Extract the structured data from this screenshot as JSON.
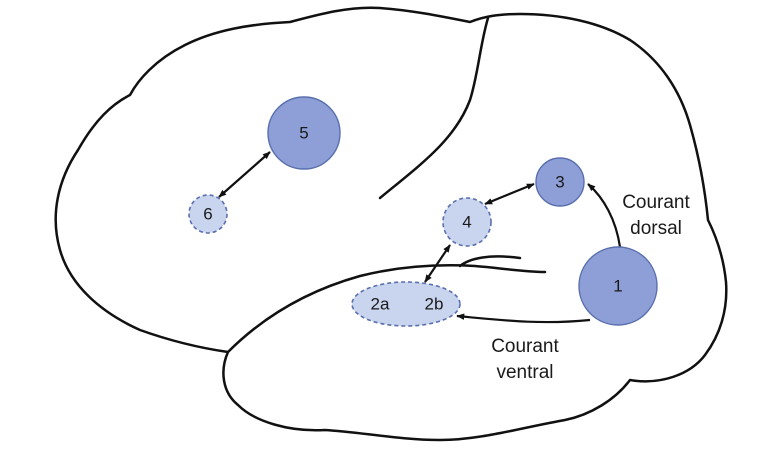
{
  "colors": {
    "solid_fill": "#8d9fd6",
    "dashed_fill": "#c9d4ef",
    "node_stroke": "#5a6fae",
    "outline": "#111111",
    "arrow": "#111111",
    "background": "#ffffff"
  },
  "nodes": [
    {
      "id": "1",
      "label": "1",
      "style": "solid"
    },
    {
      "id": "2a",
      "label": "2a",
      "style": "dashed"
    },
    {
      "id": "2b",
      "label": "2b",
      "style": "dashed"
    },
    {
      "id": "3",
      "label": "3",
      "style": "solid"
    },
    {
      "id": "4",
      "label": "4",
      "style": "dashed"
    },
    {
      "id": "5",
      "label": "5",
      "style": "solid"
    },
    {
      "id": "6",
      "label": "6",
      "style": "dashed"
    }
  ],
  "edges": [
    {
      "from": "1",
      "to": "3",
      "direction": "forward",
      "stream": "dorsal"
    },
    {
      "from": "1",
      "to": "2b",
      "direction": "forward",
      "stream": "ventral"
    },
    {
      "from": "4",
      "to": "3",
      "direction": "both"
    },
    {
      "from": "4",
      "to": "2b",
      "direction": "both"
    },
    {
      "from": "6",
      "to": "5",
      "direction": "both"
    }
  ],
  "streams": {
    "dorsal": {
      "line1": "Courant",
      "line2": "dorsal"
    },
    "ventral": {
      "line1": "Courant",
      "line2": "ventral"
    }
  }
}
